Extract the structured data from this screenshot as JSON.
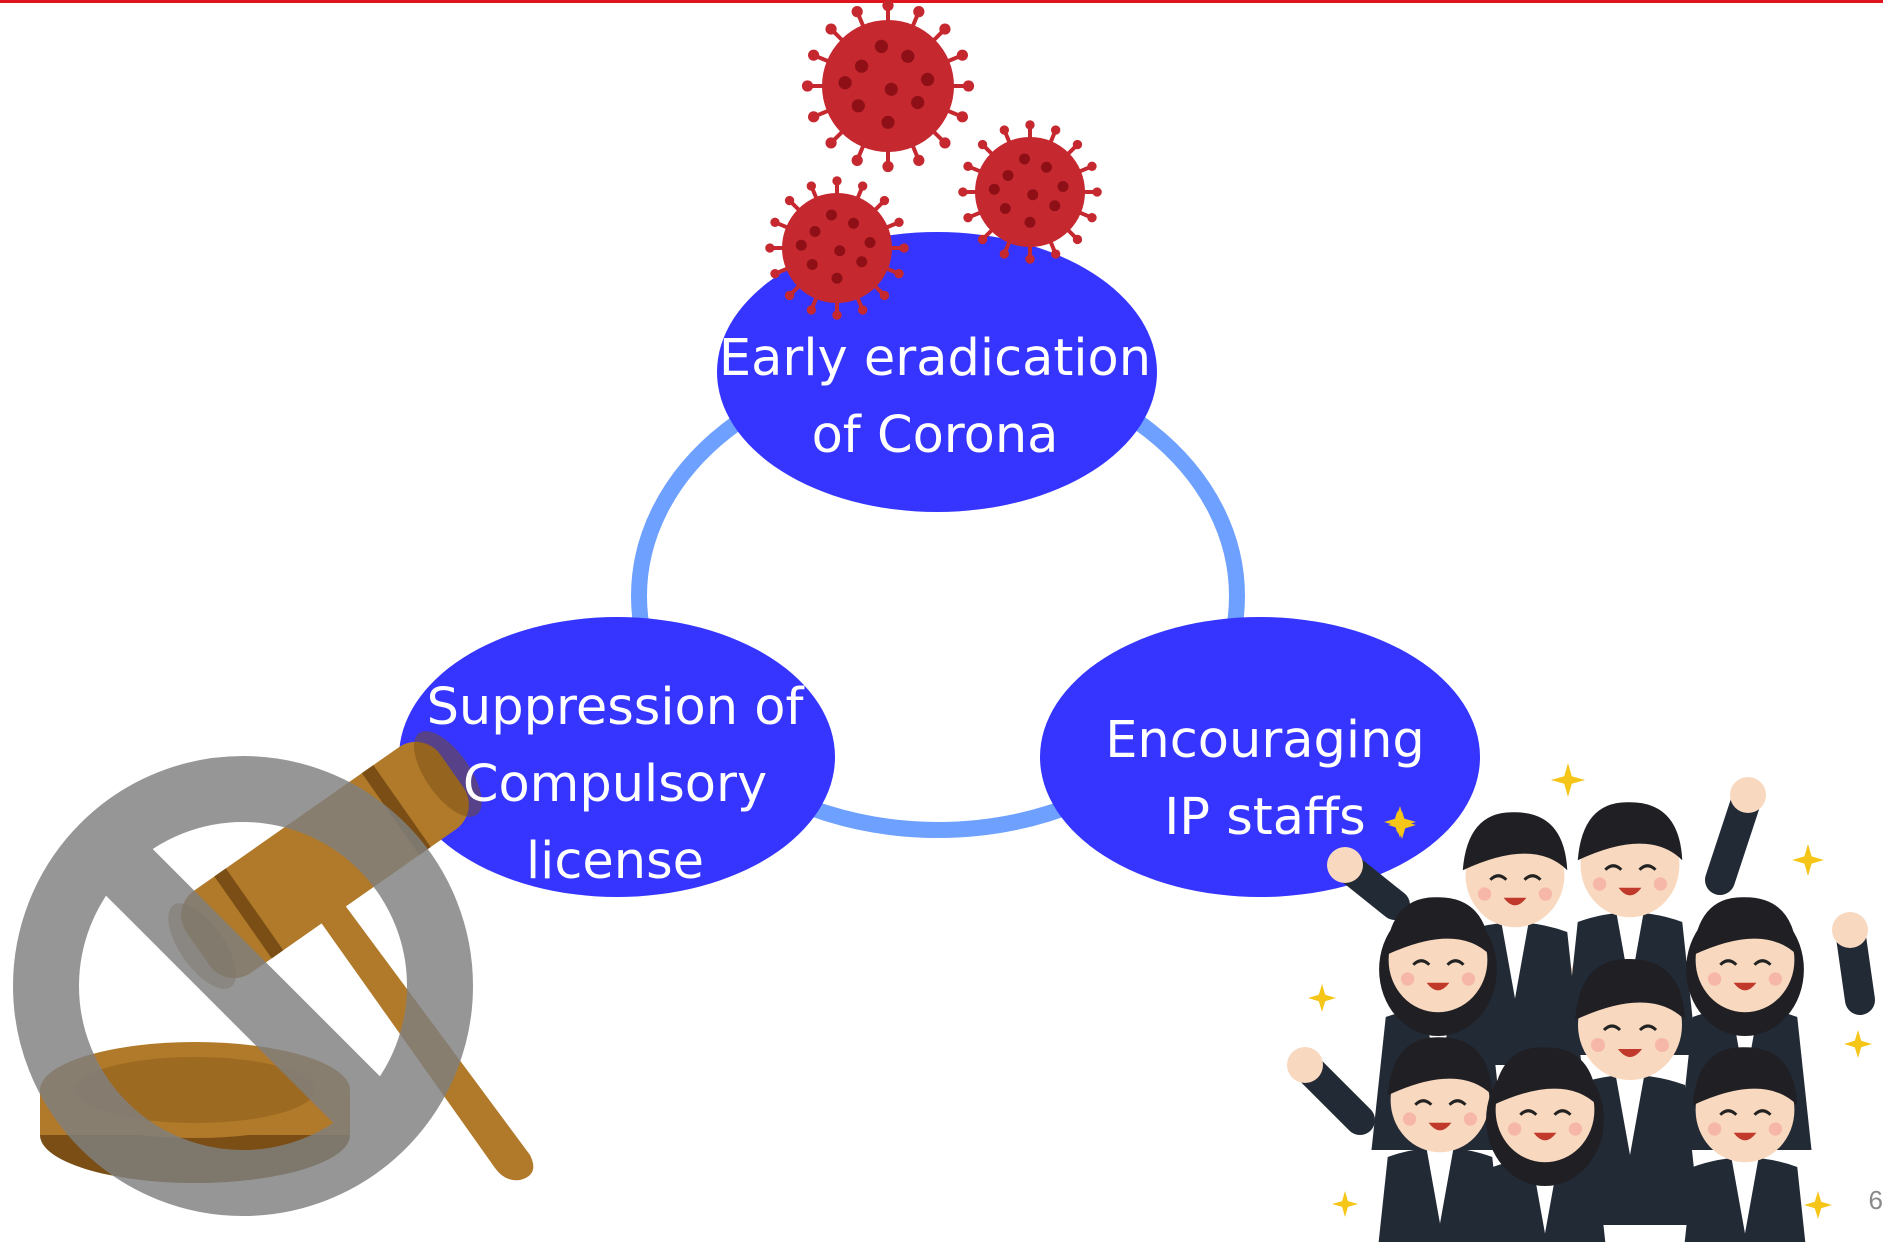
{
  "colors": {
    "top_rule": "#e0141e",
    "cycle_ring": "#6ea0ff",
    "node_fill": "#3535ff",
    "node_text": "#ffffff",
    "virus": "#c62830",
    "virus_dark": "#8e1016",
    "prohibition": "#808080",
    "gavel_wood": "#b07a2a",
    "gavel_wood_dark": "#7a4e14",
    "suit": "#222a36",
    "skin": "#f8d8be",
    "sparkle": "#f5c518"
  },
  "diagram": {
    "nodes": [
      {
        "id": "early",
        "label": "Early eradication\nof Corona"
      },
      {
        "id": "suppression",
        "label": "Suppression of\nCompulsory\nlicense"
      },
      {
        "id": "encouraging",
        "label": "Encouraging\nIP staffs"
      }
    ]
  },
  "illustrations": {
    "virus": "coronavirus-icon",
    "gavel": "gavel-icon",
    "prohibition": "prohibition-icon",
    "staff": "cheering-staff-icon",
    "sparkle": "star-icon"
  },
  "footer": {
    "slide_number": "6"
  }
}
